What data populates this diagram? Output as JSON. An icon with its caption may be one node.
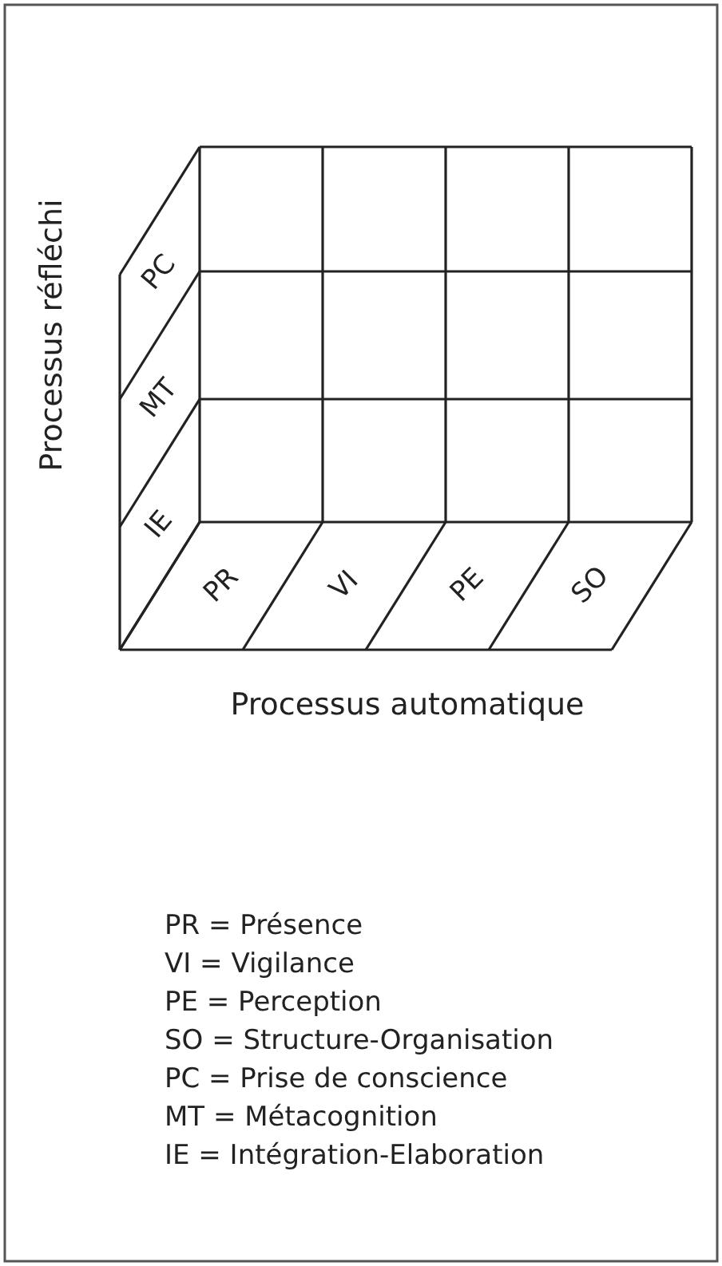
{
  "diagram": {
    "labels": [
      "PC",
      "MT",
      "IE",
      "PR",
      "VI",
      "PE",
      "SO",
      "Processus réfléchi",
      "Processus automatique",
      "PR = Présence",
      "VI = Vigilance",
      "PE = Perception",
      "SO = Structure-Organisation",
      "PC = Prise de conscience",
      "MT = Métacognition",
      "IE = Intégration-Elaboration"
    ]
  }
}
